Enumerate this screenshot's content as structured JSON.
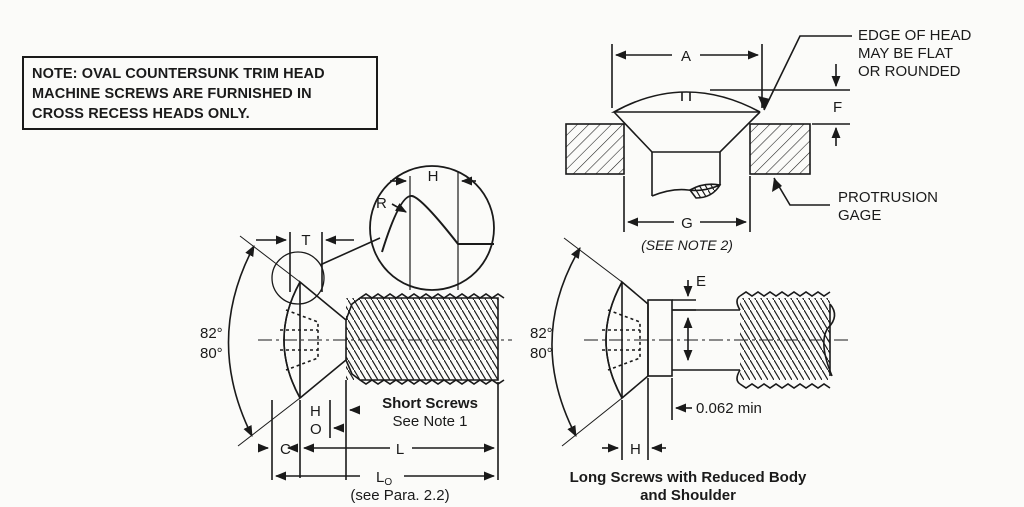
{
  "note": {
    "lines": [
      "NOTE:  OVAL COUNTERSUNK TRIM HEAD",
      "MACHINE SCREWS ARE FURNISHED IN",
      "CROSS RECESS HEADS ONLY."
    ]
  },
  "callouts": {
    "edge_of_head": [
      "EDGE OF HEAD",
      "MAY BE FLAT",
      "OR ROUNDED"
    ],
    "protrusion_gage": [
      "PROTRUSION",
      "GAGE"
    ],
    "see_note_2": "(SEE NOTE 2)"
  },
  "dims": {
    "A": "A",
    "F": "F",
    "G": "G",
    "H": "H",
    "R": "R",
    "T": "T",
    "O": "O",
    "C": "C",
    "L": "L",
    "E": "E",
    "LO_main": "L",
    "LO_sub": "O",
    "angle_top": "82°",
    "angle_bottom": "80°",
    "min_shoulder": "0.062 min"
  },
  "captions": {
    "short_title": "Short Screws",
    "short_sub": "See Note 1",
    "para_ref": "(see Para. 2.2)",
    "long_title_1": "Long Screws with Reduced Body",
    "long_title_2": "and Shoulder"
  }
}
